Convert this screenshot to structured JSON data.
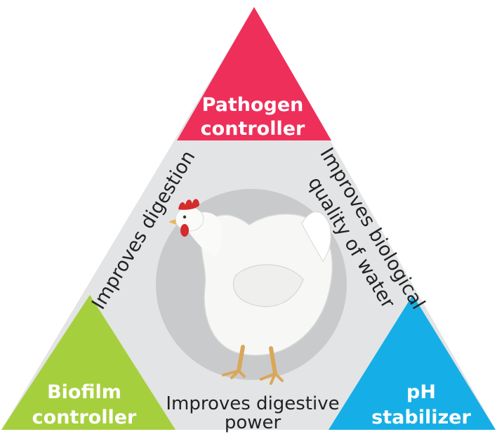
{
  "corners": {
    "top": {
      "line1": "Pathogen",
      "line2": "controller"
    },
    "left": {
      "line1": "Biofilm",
      "line2": "controller"
    },
    "right": {
      "line1": "pH",
      "line2": "stabilizer"
    }
  },
  "sides": {
    "left": "Improves digestion",
    "right_line1": "Improves biological",
    "right_line2": "quality of water"
  },
  "bottom": {
    "line1": "Improves digestive",
    "line2": "power"
  },
  "colors": {
    "top": "#ee2f5a",
    "left": "#a6cf3e",
    "right": "#16aee6",
    "middle": "#e3e4e5",
    "circle": "#c9cacc"
  },
  "icons": [
    "chicken-illustration"
  ]
}
